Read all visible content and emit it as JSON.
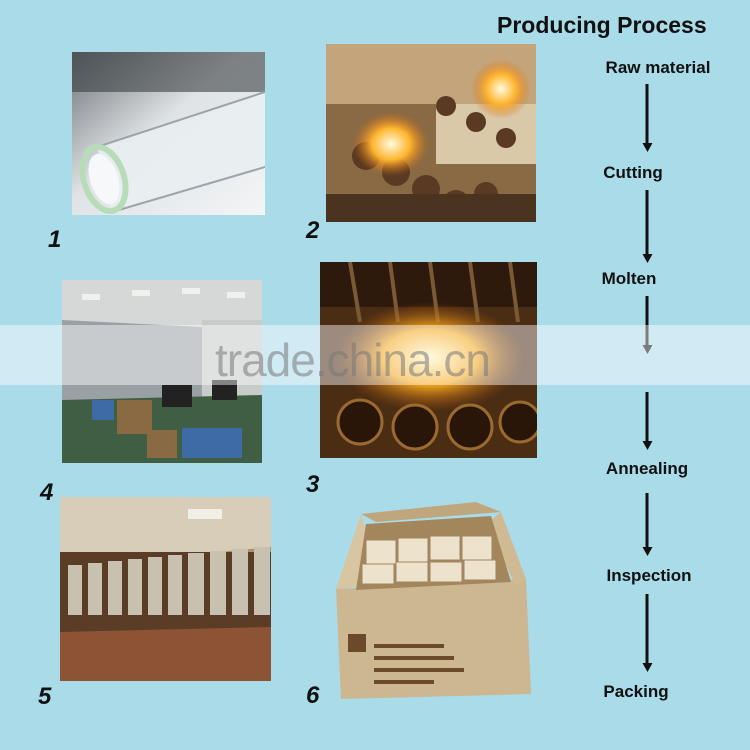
{
  "title": "Producing Process",
  "steps": [
    "Raw material",
    "Cutting",
    "Molten",
    "Annealing",
    "Inspection",
    "Packing"
  ],
  "photo_numbers": [
    "1",
    "2",
    "3",
    "4",
    "5",
    "6"
  ],
  "watermark": "trade.china.cn",
  "colors": {
    "background": "#a9dbe9",
    "text": "#111111",
    "flame": "#f5a623"
  }
}
